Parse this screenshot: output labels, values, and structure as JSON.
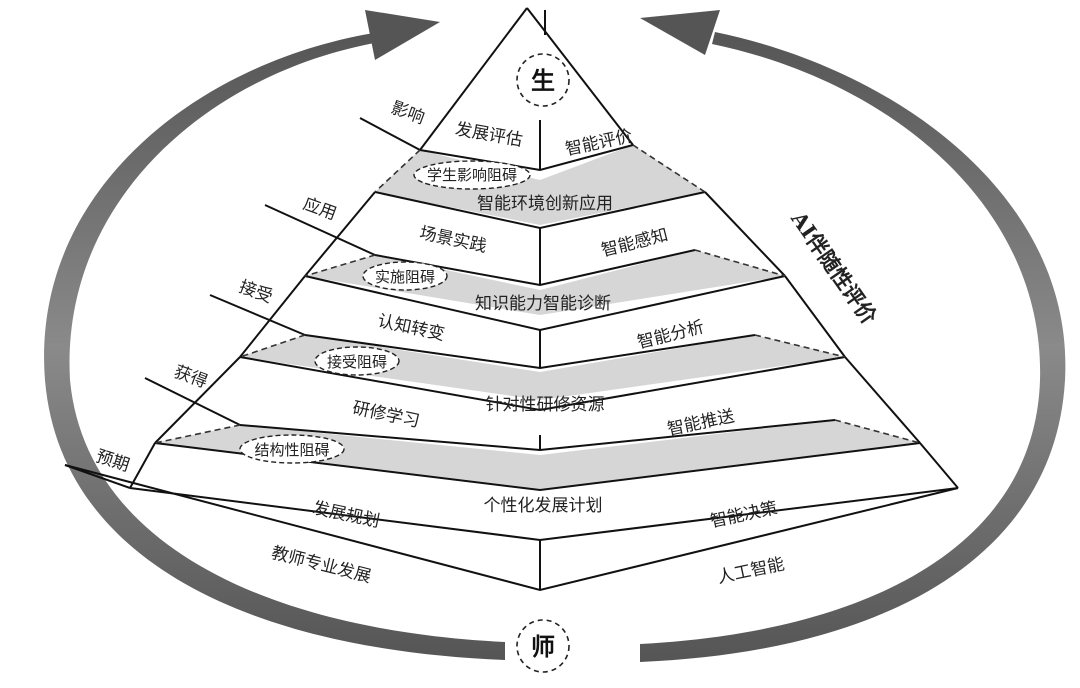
{
  "top_node": "生",
  "bottom_node": "师",
  "side_axis_label": "AI伴随性评价",
  "left_face": {
    "top": "发展评估",
    "layers": [
      "场景实践",
      "认知转变",
      "研修学习",
      "发展规划"
    ],
    "base": "教师专业发展"
  },
  "right_face": {
    "top": "智能评价",
    "layers": [
      "智能感知",
      "智能分析",
      "智能推送",
      "智能决策"
    ],
    "base": "人工智能"
  },
  "bands": [
    "智能环境创新应用",
    "知识能力智能诊断",
    "针对性研修资源",
    "个性化发展计划"
  ],
  "barriers": [
    "学生影响阻碍",
    "实施阻碍",
    "接受阻碍",
    "结构性阻碍"
  ],
  "stages": [
    "影响",
    "应用",
    "接受",
    "获得",
    "预期"
  ],
  "colors": {
    "band_fill": "#d6d6d6",
    "stroke": "#111111",
    "arrow": "#6a6a6a"
  }
}
